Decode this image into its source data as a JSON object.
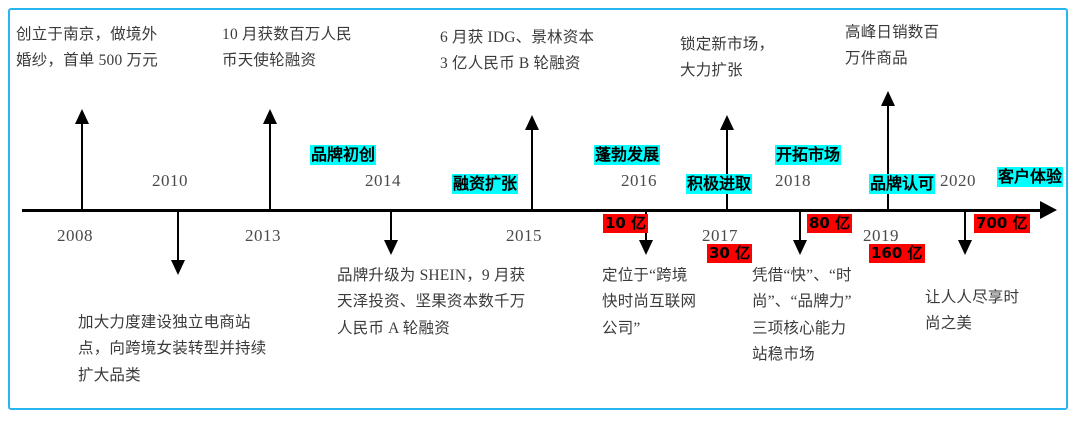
{
  "figure": {
    "border_color": "#29b6f0",
    "background": "#ffffff",
    "axis_color": "#000000",
    "tag_cyan_color": "#00ffff",
    "tag_red_color": "#ff0000"
  },
  "chart_data": {
    "type": "timeline",
    "title": "",
    "axis": {
      "orientation": "horizontal",
      "direction": "left-to-right",
      "arrow_end": "right"
    },
    "categories": [
      "2008",
      "2010",
      "2013",
      "2014",
      "2015",
      "2016",
      "2017",
      "2018",
      "2019",
      "2020"
    ],
    "revenue_label_unit": "亿",
    "revenue_values": [
      null,
      null,
      null,
      null,
      null,
      10,
      30,
      80,
      160,
      700
    ],
    "events": [
      {
        "year": "2008",
        "side": "above",
        "marker": "arrow-up",
        "note": "创立于南京，做境外\n婚纱，首单 500 万元",
        "stage_tag": "",
        "revenue_tag": ""
      },
      {
        "year": "2010",
        "side": "below",
        "marker": "arrow-down",
        "note": "加大力度建设独立电商站\n点，向跨境女装转型并持续\n扩大品类",
        "stage_tag": "",
        "revenue_tag": ""
      },
      {
        "year": "2013",
        "side": "above",
        "marker": "arrow-up",
        "note": "10 月获数百万人民\n币天使轮融资",
        "stage_tag": "",
        "revenue_tag": ""
      },
      {
        "year": "2014",
        "side": "below",
        "marker": "arrow-down",
        "note": "品牌升级为 SHEIN，9 月获\n天泽投资、坚果资本数千万\n人民币 A 轮融资",
        "stage_tag": "品牌初创",
        "revenue_tag": ""
      },
      {
        "year": "2015",
        "side": "above",
        "marker": "arrow-up",
        "note": "6 月获 IDG、景林资本\n3 亿人民币 B 轮融资",
        "stage_tag": "融资扩张",
        "revenue_tag": ""
      },
      {
        "year": "2016",
        "side": "below",
        "marker": "arrow-down",
        "note": "定位于“跨境\n快时尚互联网\n公司”",
        "stage_tag": "蓬勃发展",
        "revenue_tag": "10 亿"
      },
      {
        "year": "2017",
        "side": "above",
        "marker": "arrow-up",
        "note": "锁定新市场，\n大力扩张",
        "stage_tag": "积极进取",
        "revenue_tag": "30 亿"
      },
      {
        "year": "2018",
        "side": "below",
        "marker": "arrow-down",
        "note": "凭借“快”、“时\n尚”、“品牌力”\n三项核心能力\n站稳市场",
        "stage_tag": "开拓市场",
        "revenue_tag": "80 亿"
      },
      {
        "year": "2019",
        "side": "above",
        "marker": "arrow-up",
        "note": "高峰日销数百\n万件商品",
        "stage_tag": "品牌认可",
        "revenue_tag": "160 亿"
      },
      {
        "year": "2020",
        "side": "below",
        "marker": "arrow-down",
        "note": "让人人尽享时\n尚之美",
        "stage_tag": "客户体验",
        "revenue_tag": "700 亿"
      }
    ]
  },
  "notes": {
    "n2008": "创立于南京，做境外\n婚纱，首单 500 万元",
    "n2013": "10 月获数百万人民\n币天使轮融资",
    "n2015": "6 月获 IDG、景林资本\n3 亿人民币 B 轮融资",
    "n2017": "锁定新市场，\n大力扩张",
    "n2019": "高峰日销数百\n万件商品",
    "n2010": "加大力度建设独立电商站\n点，向跨境女装转型并持续\n扩大品类",
    "n2014": "品牌升级为 SHEIN，9 月获\n天泽投资、坚果资本数千万\n人民币 A 轮融资",
    "n2016": "定位于“跨境\n快时尚互联网\n公司”",
    "n2018": "凭借“快”、“时\n尚”、“品牌力”\n三项核心能力\n站稳市场",
    "n2020": "让人人尽享时\n尚之美"
  },
  "years": {
    "y2008": "2008",
    "y2010": "2010",
    "y2013": "2013",
    "y2014": "2014",
    "y2015": "2015",
    "y2016": "2016",
    "y2017": "2017",
    "y2018": "2018",
    "y2019": "2019",
    "y2020": "2020"
  },
  "stage_tags": {
    "t2014": "品牌初创",
    "t2015": "融资扩张",
    "t2016": "蓬勃发展",
    "t2017": "积极进取",
    "t2018": "开拓市场",
    "t2019": "品牌认可",
    "t2020": "客户体验"
  },
  "revenue_tags": {
    "r2016": "10 亿",
    "r2017": "30 亿",
    "r2018": "80 亿",
    "r2019": "160 亿",
    "r2020": "700 亿"
  }
}
